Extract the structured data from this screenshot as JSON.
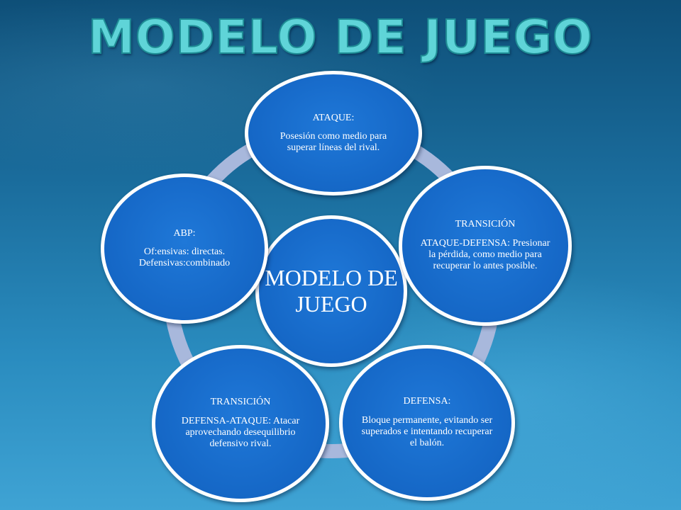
{
  "title": "MODELO DE JUEGO",
  "center": {
    "label": "MODELO DE JUEGO"
  },
  "nodes": {
    "ataque": {
      "heading": "ATAQUE:",
      "text": "Posesión como medio para superar líneas del rival."
    },
    "transicion_ad": {
      "heading": "TRANSICIÓN",
      "text": "ATAQUE-DEFENSA: Presionar la pérdida, como medio para recuperar lo antes posible."
    },
    "defensa": {
      "heading": "DEFENSA:",
      "text": "Bloque permanente, evitando ser superados e intentando recuperar el balón."
    },
    "transicion_da": {
      "heading": "TRANSICIÓN",
      "text": "DEFENSA-ATAQUE: Atacar aprovechando desequilibrio defensivo rival."
    },
    "abp": {
      "heading": "ABP:",
      "text": "Of:ensivas: directas. Defensivas:combinado"
    }
  },
  "colors": {
    "ring": "#a8b8dc",
    "node_fill": "#1567c6",
    "node_border": "#ffffff",
    "title": "#5fd4d8"
  }
}
